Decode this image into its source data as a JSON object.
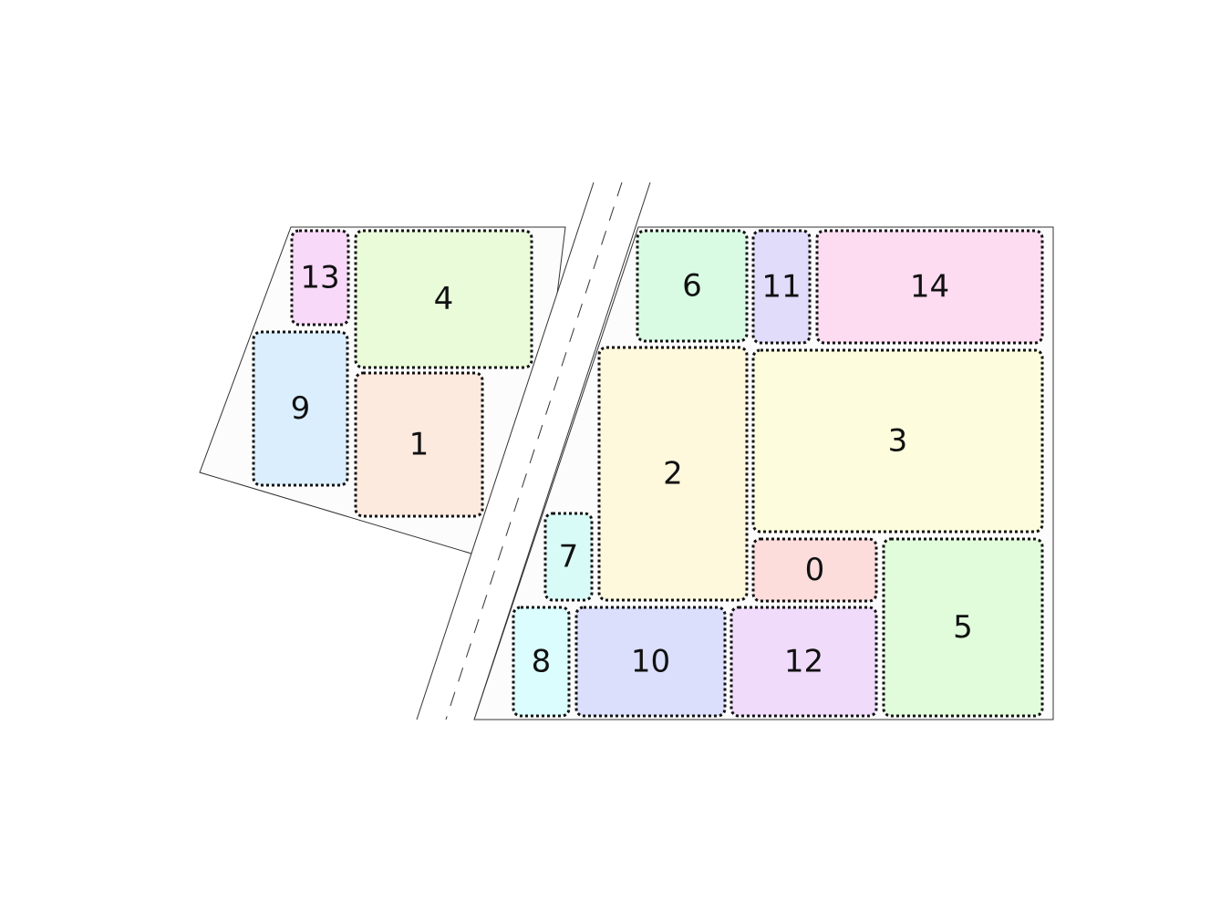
{
  "zones": [
    {
      "id": "13",
      "color": "#f9d9f9"
    },
    {
      "id": "4",
      "color": "#e9fbd9"
    },
    {
      "id": "9",
      "color": "#dbeefe"
    },
    {
      "id": "1",
      "color": "#fdeadf"
    },
    {
      "id": "6",
      "color": "#d9fbe4"
    },
    {
      "id": "11",
      "color": "#e1dcfa"
    },
    {
      "id": "14",
      "color": "#fddcf1"
    },
    {
      "id": "2",
      "color": "#fef8dd"
    },
    {
      "id": "3",
      "color": "#fdfddd"
    },
    {
      "id": "7",
      "color": "#d9fbf7"
    },
    {
      "id": "0",
      "color": "#fddcdc"
    },
    {
      "id": "5",
      "color": "#e0fcda"
    },
    {
      "id": "8",
      "color": "#dbfdfd"
    },
    {
      "id": "10",
      "color": "#dbdffb"
    },
    {
      "id": "12",
      "color": "#f0dbfb"
    }
  ]
}
